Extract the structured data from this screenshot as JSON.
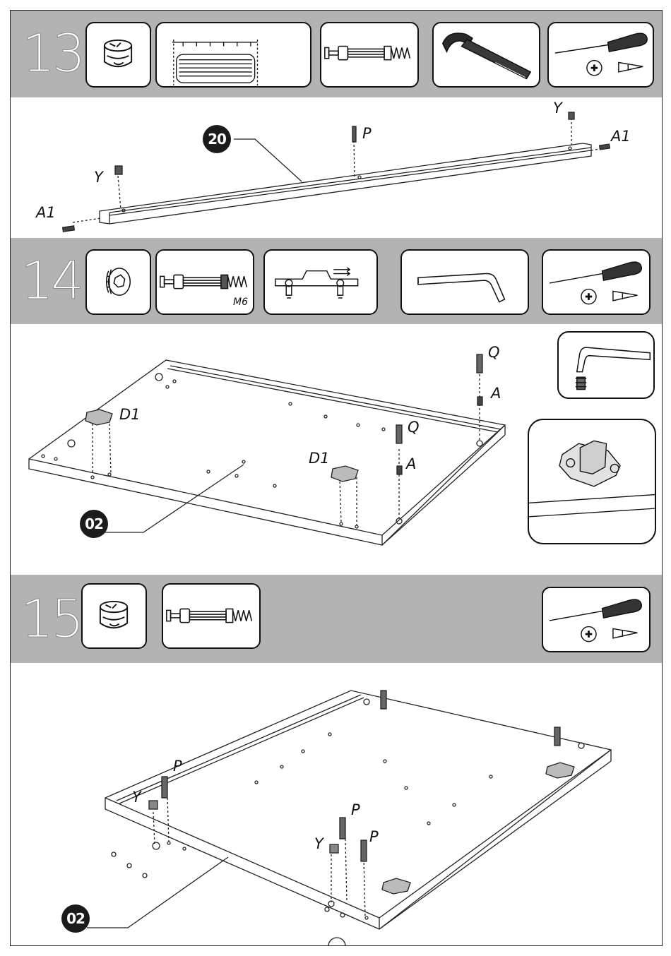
{
  "steps": [
    {
      "number": "13"
    },
    {
      "number": "14"
    },
    {
      "number": "15"
    }
  ],
  "step13": {
    "part_badge": "20",
    "labels": {
      "y_left": "Y",
      "y_right": "Y",
      "p": "P",
      "a1_left": "A1",
      "a1_right": "A1"
    }
  },
  "step14": {
    "bolt_label": "M6",
    "part_badge": "02",
    "labels": {
      "q_right": "Q",
      "a_right": "A",
      "q_mid": "Q",
      "a_mid": "A",
      "d1_left": "D1",
      "d1_mid": "D1"
    }
  },
  "step15": {
    "part_badge": "02",
    "labels": {
      "p_left": "P",
      "y_left": "Y",
      "p_mid": "P",
      "y_mid": "Y",
      "p_mid2": "P"
    }
  },
  "icons": {
    "cam_lock": "cam-lock-icon",
    "dowel_bag": "wood-dowel-icon",
    "cam_bolt": "cam-bolt-icon",
    "hammer": "hammer-icon",
    "screwdriver": "screwdriver-icon",
    "insert_nut": "insert-nut-icon",
    "hinge_plate": "hinge-plate-icon",
    "allen_key": "allen-key-icon"
  }
}
